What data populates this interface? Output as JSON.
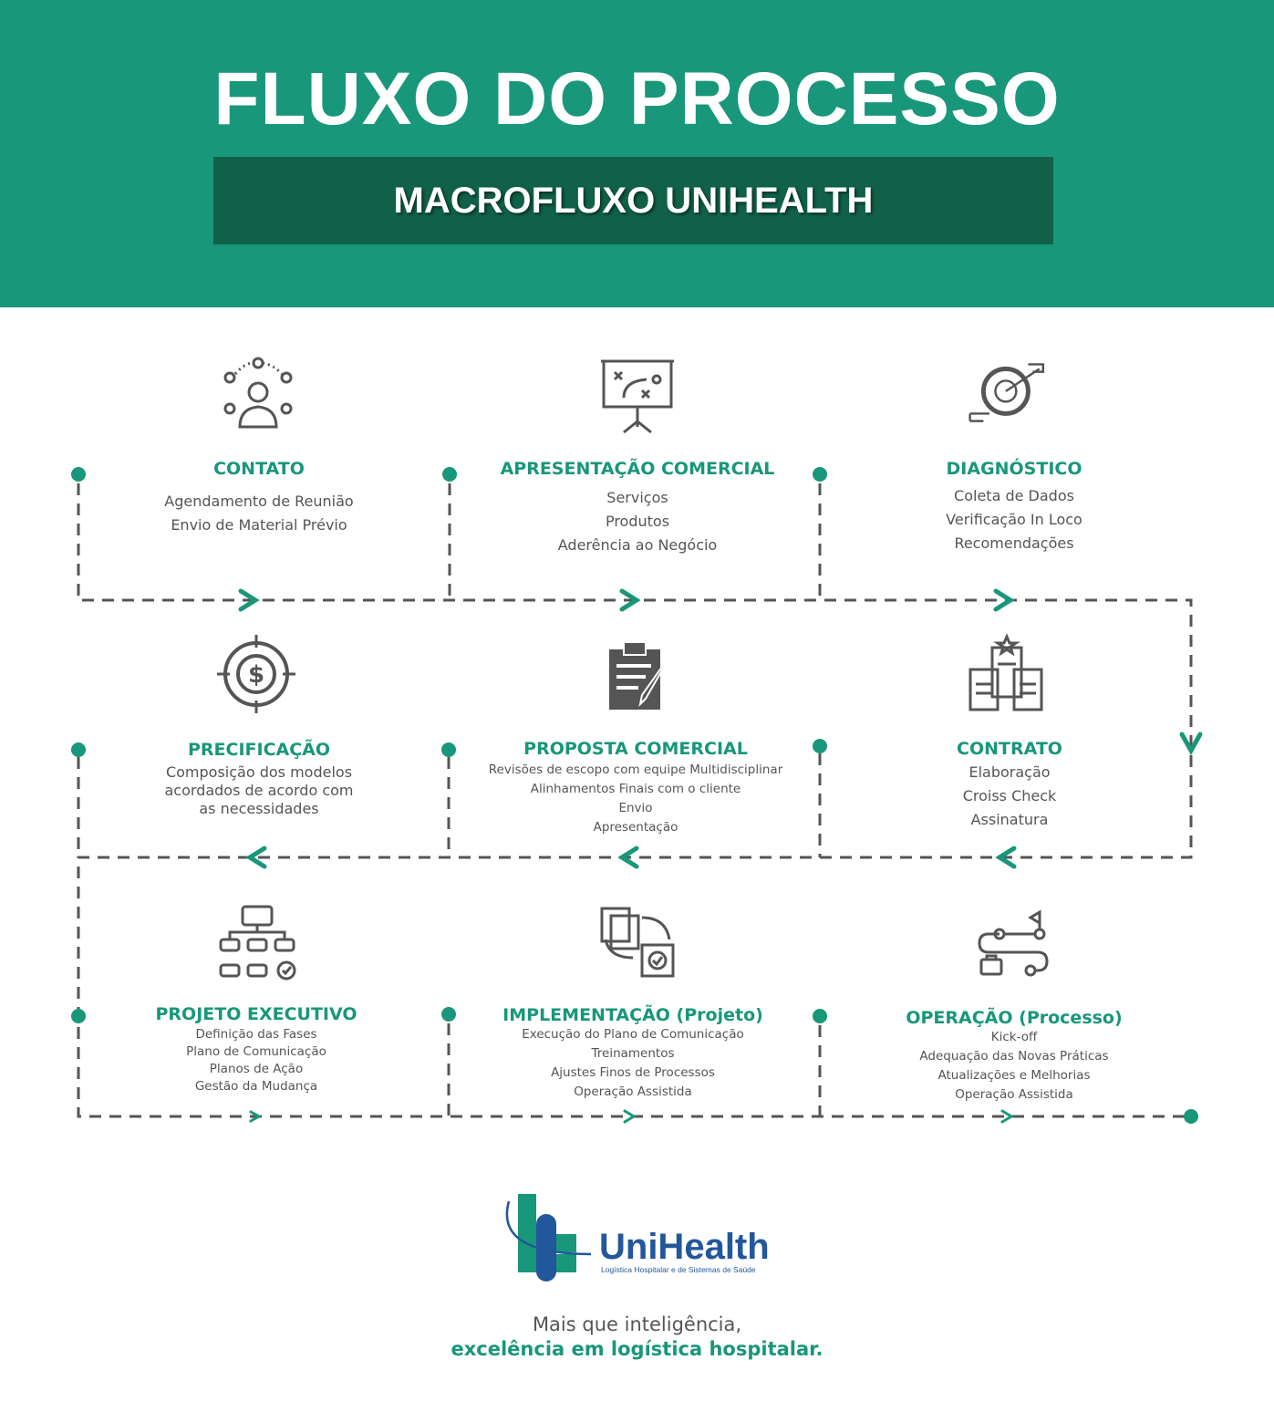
{
  "header": {
    "title": "FLUXO DO PROCESSO",
    "subtitle": "MACROFLUXO UNIHEALTH"
  },
  "steps": [
    {
      "title": "CONTATO",
      "lines": [
        "Agendamento de Reunião",
        "Envio de Material Prévio"
      ],
      "icon": "people-network-icon"
    },
    {
      "title": "APRESENTAÇÃO COMERCIAL",
      "lines": [
        "Serviços",
        "Produtos",
        "Aderência ao Negócio"
      ],
      "icon": "presentation-board-icon"
    },
    {
      "title": "DIAGNÓSTICO",
      "lines": [
        "Coleta de Dados",
        "Verificação In Loco",
        "Recomendações"
      ],
      "icon": "target-gauge-icon"
    },
    {
      "title": "PRECIFICAÇÃO",
      "lines": [
        "Composição dos modelos",
        "acordados de acordo com",
        "as necessidades"
      ],
      "icon": "dollar-target-icon"
    },
    {
      "title": "PROPOSTA COMERCIAL",
      "lines": [
        "Revisões de escopo com equipe Multidisciplinar",
        "Alinhamentos Finais com o cliente",
        "Envio",
        "Apresentação"
      ],
      "icon": "clipboard-pen-icon"
    },
    {
      "title": "CONTRATO",
      "lines": [
        "Elaboração",
        "Croiss Check",
        "Assinatura"
      ],
      "icon": "documents-star-icon"
    },
    {
      "title": "PROJETO EXECUTIVO",
      "lines": [
        "Definição das Fases",
        "Plano de Comunicação",
        "Planos de Ação",
        "Gestão da Mudança"
      ],
      "icon": "flowchart-icon"
    },
    {
      "title": "IMPLEMENTAÇÃO (Projeto)",
      "lines": [
        "Execução do Plano de Comunicação",
        "Treinamentos",
        "Ajustes Finos de Processos",
        "Operação Assistida"
      ],
      "icon": "documents-cycle-icon"
    },
    {
      "title": "OPERAÇÃO (Processo)",
      "lines": [
        "Kick-off",
        "Adequação das Novas Práticas",
        "Atualizações e Melhorias",
        "Operação Assistida"
      ],
      "icon": "route-flag-icon"
    }
  ],
  "footer": {
    "brand": "UniHealth",
    "brand_subtitle": "Logística Hospitalar e de Sistemas de Saúde",
    "tagline_1": "Mais que inteligência,",
    "tagline_2": "excelência em logística hospitalar."
  },
  "colors": {
    "primary": "#18977a",
    "dark": "#116149",
    "line": "#555555",
    "brand_blue": "#22579b"
  }
}
